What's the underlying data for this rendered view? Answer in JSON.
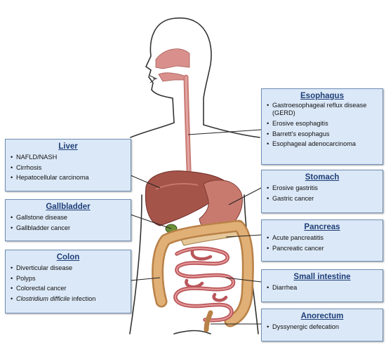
{
  "organs": {
    "esophagus": {
      "title": "Esophagus",
      "items": [
        "Gastroesophageal reflux disease (GERD)",
        "Erosive esophagitis",
        "Barrett's esophagus",
        "Esophageal adenocarcinoma"
      ]
    },
    "liver": {
      "title": "Liver",
      "items": [
        "NAFLD/NASH",
        "Cirrhosis",
        "Hepatocellular carcinoma"
      ]
    },
    "stomach": {
      "title": "Stomach",
      "items": [
        "Erosive gastritis",
        "Gastric cancer"
      ]
    },
    "gallbladder": {
      "title": "Gallbladder",
      "items": [
        "Gallstone disease",
        "Gallbladder cancer"
      ]
    },
    "pancreas": {
      "title": "Pancreas",
      "items": [
        "Acute pancreatitis",
        "Pancreatic cancer"
      ]
    },
    "colon": {
      "title": "Colon",
      "items": [
        "Diverticular disease",
        "Polyps",
        "Colorectal cancer"
      ],
      "last_item_italic": "Clostridium difficile",
      "last_item_rest": " infection"
    },
    "small_intestine": {
      "title": "Small intestine",
      "items": [
        "Diarrhea"
      ]
    },
    "anorectum": {
      "title": "Anorectum",
      "items": [
        "Dyssynergic defecation"
      ]
    }
  },
  "colors": {
    "box_fill": "#dbe8f7",
    "box_border": "#6f8fb5",
    "title_text": "#1e3f78",
    "organ_pink": "#d9908c",
    "liver": "#a5544a",
    "colon": "#d6a56a"
  }
}
